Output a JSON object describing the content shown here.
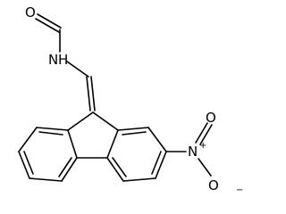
{
  "figure": {
    "kind": "chemical-structure",
    "atoms": {
      "formyl_oxygen": "O",
      "amide_nitrogen": "N",
      "amide_hydrogen": "H",
      "nitro_nitrogen": "N",
      "nitro_plus": "+",
      "nitro_oxygen_top": "O",
      "nitro_oxygen_bottom": "O",
      "nitro_minus": "−"
    },
    "colors": {
      "bonds": "#000000",
      "labels": "#000000",
      "background": "#ffffff"
    }
  }
}
